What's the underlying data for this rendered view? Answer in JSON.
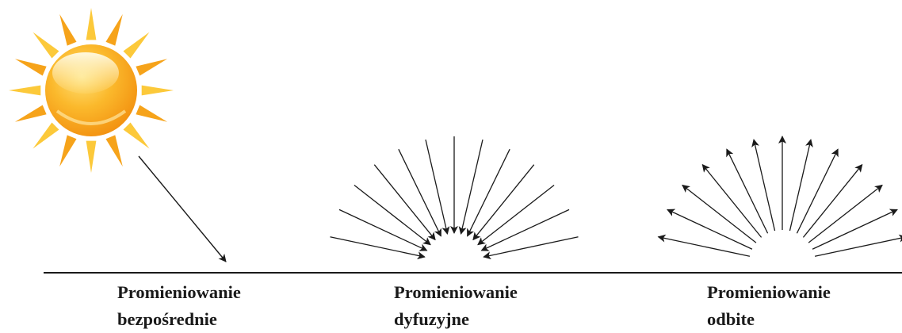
{
  "colors": {
    "ink": "#1a1a1a",
    "sun_core": "#f7a21b",
    "sun_highlight": "#fff6c8",
    "sun_ray_light": "#fde36a",
    "sun_ray_dark": "#f59a10",
    "background": "#ffffff"
  },
  "icons": [
    "sun-icon"
  ],
  "captions": [
    {
      "line1": "Promieniowanie",
      "line2": "bezpośrednie"
    },
    {
      "line1": "Promieniowanie",
      "line2": "dyfuzyjne"
    },
    {
      "line1": "Promieniowanie",
      "line2": "odbite"
    }
  ]
}
